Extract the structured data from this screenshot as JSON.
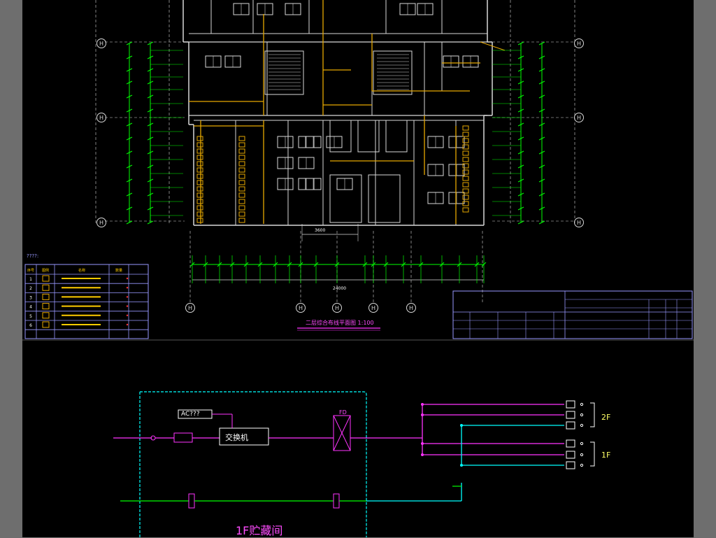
{
  "drawing": {
    "legend_title": "????:",
    "title": "二层综合布线平面图 1:100",
    "room_label": "1F贮藏间",
    "switch_label": "交换机",
    "ac_label": "AC???",
    "fd_label": "FD",
    "dim_total": "24000",
    "dim_span": "3600",
    "floor_2f": "2F",
    "floor_1f": "1F"
  },
  "legend": {
    "headers": [
      "序号",
      "图例",
      "名称",
      "数量"
    ],
    "rows": [
      {
        "no": "1"
      },
      {
        "no": "2"
      },
      {
        "no": "3"
      },
      {
        "no": "4"
      },
      {
        "no": "5"
      },
      {
        "no": "6"
      }
    ]
  },
  "axes": {
    "left": [
      "H",
      "H",
      "H"
    ],
    "right": [
      "H",
      "H",
      "H"
    ],
    "bottom": [
      "H",
      "H",
      "H",
      "H",
      "H"
    ]
  },
  "colors": {
    "background": "#000000",
    "wall": "#d8d8d8",
    "cable": "#e6a800",
    "dim": "#00ff00",
    "schematic_magenta": "#ff33ff",
    "schematic_cyan": "#00ffff",
    "schematic_green": "#00ff00",
    "schematic_yellow": "#ffff66",
    "titleblock": "#9999ff"
  },
  "icons": [
    "axis-bubble-icon",
    "fd-cabinet-icon",
    "terminal-box-icon",
    "legend-symbol-icon"
  ]
}
